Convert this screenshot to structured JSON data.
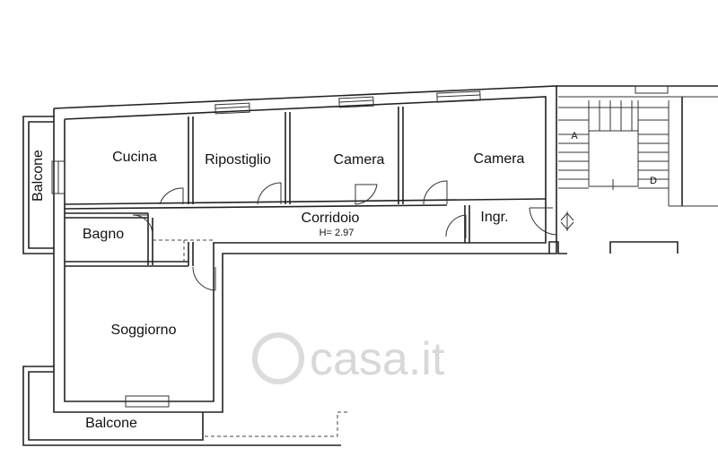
{
  "rooms": {
    "cucina": "Cucina",
    "ripostiglio": "Ripostiglio",
    "camera_1": "Camera",
    "camera_2": "Camera",
    "corridoio": "Corridoio",
    "height": "H= 2.97",
    "ingresso": "Ingr.",
    "bagno": "Bagno",
    "soggiorno": "Soggiorno",
    "balcone_side": "Balcone",
    "balcone_bottom": "Balcone"
  },
  "stair_marks": {
    "up": "A",
    "down": "D"
  },
  "watermark": {
    "text": "casa.it"
  }
}
